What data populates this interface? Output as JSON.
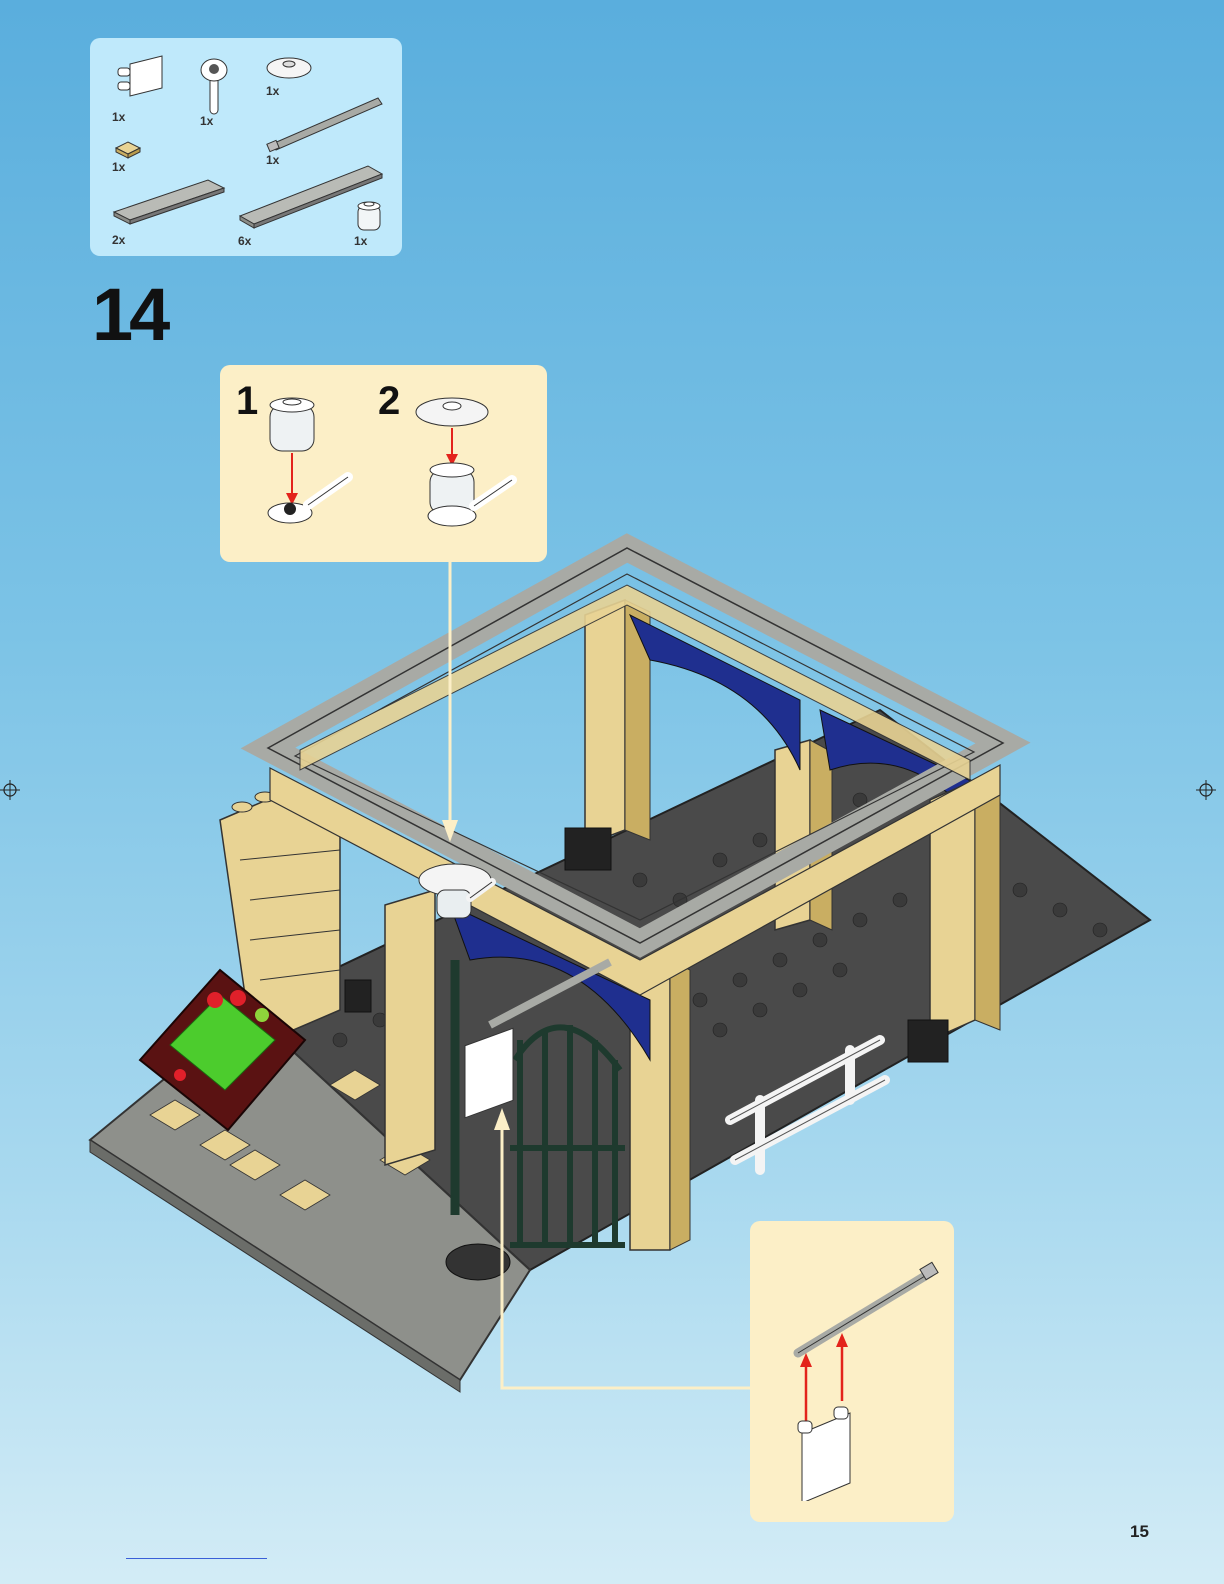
{
  "page": {
    "step_number": "14",
    "page_number": "15"
  },
  "parts_list": [
    {
      "icon": "flag-plate-icon",
      "qty": "1x"
    },
    {
      "icon": "lamp-holder-icon",
      "qty": "1x"
    },
    {
      "icon": "dish-icon",
      "qty": "1x"
    },
    {
      "icon": "bar-icon",
      "qty": "1x"
    },
    {
      "icon": "tile-1x1-tan-icon",
      "qty": "1x"
    },
    {
      "icon": "tile-1x4-gray-icon",
      "qty": "2x"
    },
    {
      "icon": "tile-1x6-gray-icon",
      "qty": "6x"
    },
    {
      "icon": "round-brick-trans-icon",
      "qty": "1x"
    }
  ],
  "sub_steps": [
    {
      "label": "1"
    },
    {
      "label": "2"
    }
  ],
  "colors": {
    "background_top": "#5aaedd",
    "background_bottom": "#d3ecf6",
    "parts_box": "#bfe9fb",
    "callout": "#fcefc7",
    "tan_brick": "#e8d394",
    "dark_blue": "#1f2f8f",
    "dark_gray_plate": "#4a4a4a",
    "light_gray": "#a8aaa5",
    "arrow_red": "#e3231b"
  }
}
